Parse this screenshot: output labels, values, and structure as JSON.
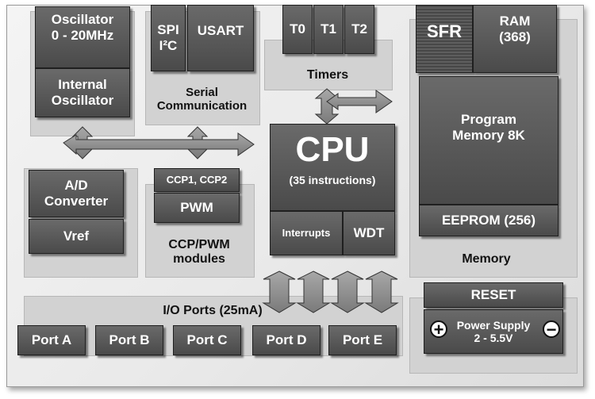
{
  "oscillator": {
    "line1": "Oscillator",
    "line2": "0 - 20MHz",
    "internal_line1": "Internal",
    "internal_line2": "Oscillator"
  },
  "serial": {
    "spi": "SPI",
    "i2c": "I²C",
    "usart": "USART",
    "caption_line1": "Serial",
    "caption_line2": "Communication"
  },
  "timers": {
    "t0": "T0",
    "t1": "T1",
    "t2": "T2",
    "caption": "Timers"
  },
  "memory": {
    "sfr": "SFR",
    "ram_line1": "RAM",
    "ram_line2": "(368)",
    "program_line1": "Program",
    "program_line2": "Memory 8K",
    "eeprom": "EEPROM (256)",
    "caption": "Memory"
  },
  "adc": {
    "line1": "A/D",
    "line2": "Converter",
    "vref": "Vref"
  },
  "ccp": {
    "ccp": "CCP1, CCP2",
    "pwm": "PWM",
    "caption_line1": "CCP/PWM",
    "caption_line2": "modules"
  },
  "cpu": {
    "title": "CPU",
    "subtitle": "(35 instructions)",
    "interrupts": "Interrupts",
    "wdt": "WDT"
  },
  "io": {
    "caption": "I/O Ports (25mA)",
    "ports": [
      "Port A",
      "Port B",
      "Port C",
      "Port D",
      "Port E"
    ]
  },
  "power": {
    "reset": "RESET",
    "supply_line1": "Power Supply",
    "supply_line2": "2 - 5.5V",
    "plus": "+",
    "minus": "−"
  }
}
